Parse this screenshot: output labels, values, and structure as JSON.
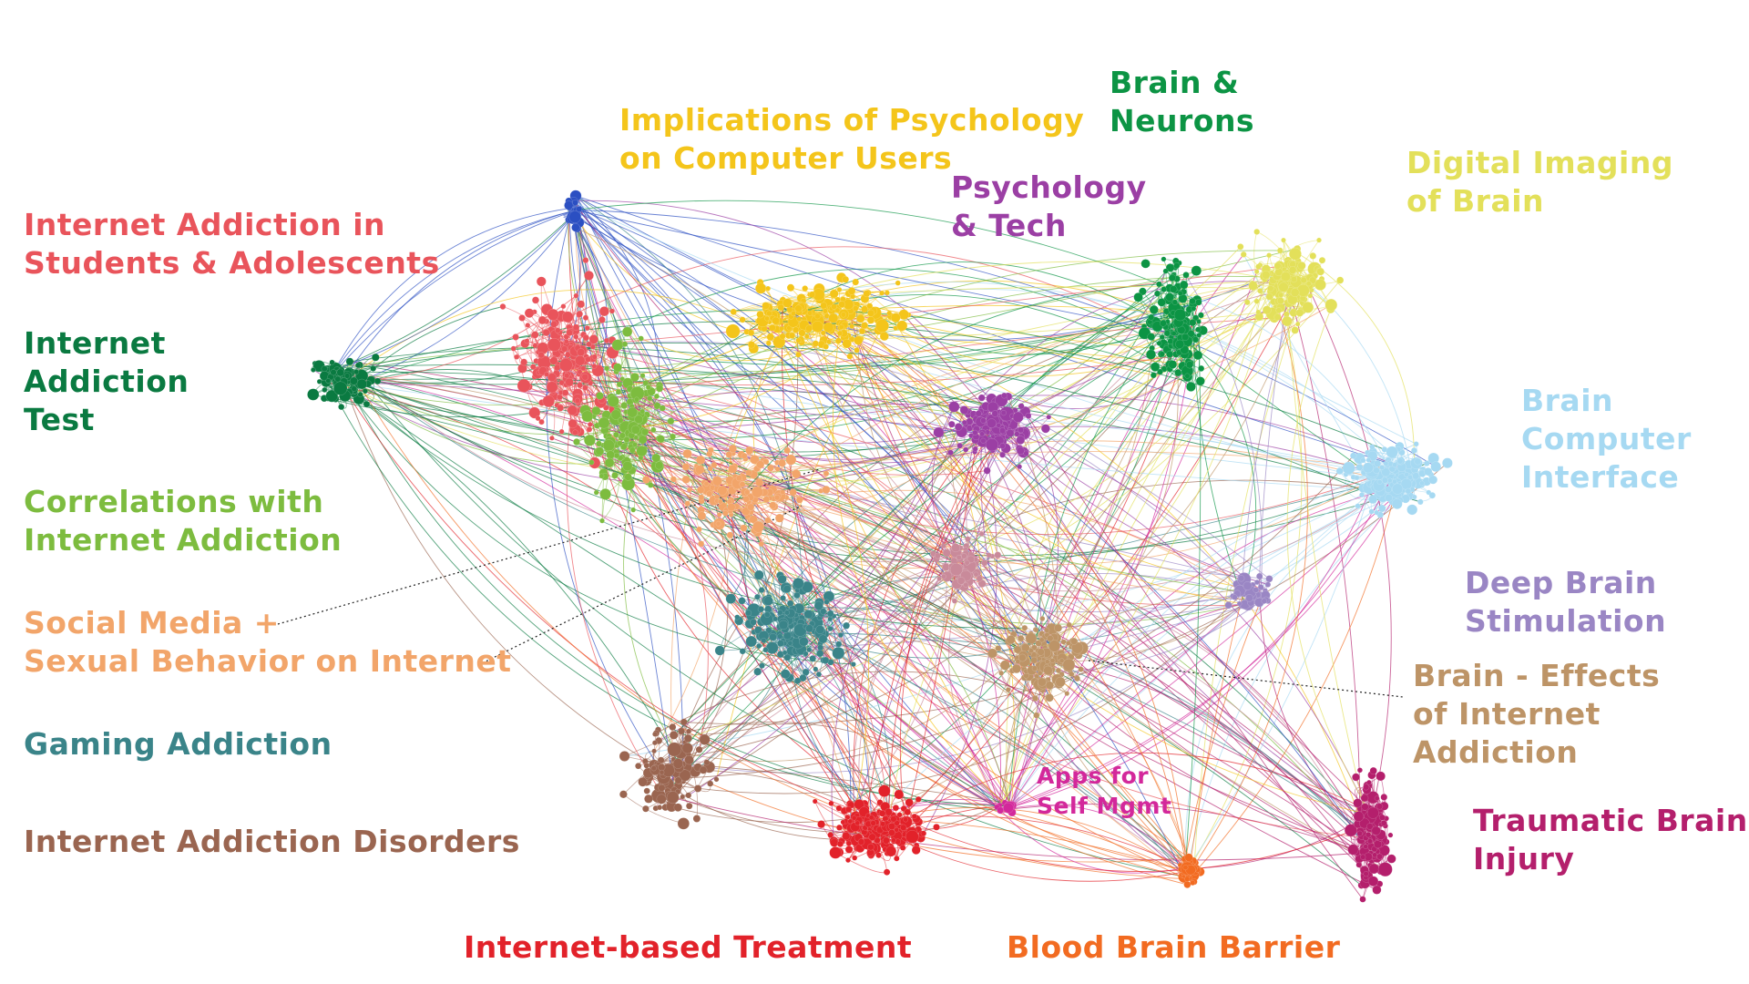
{
  "clusters": [
    {
      "key": "ia_students",
      "label": "Internet Addiction in\nStudents & Adolescents",
      "color": "#e9545b"
    },
    {
      "key": "ia_test",
      "label": "Internet\nAddiction\nTest",
      "color": "#0a7a41"
    },
    {
      "key": "correlations",
      "label": "Correlations with\nInternet Addiction",
      "color": "#7dbc3f"
    },
    {
      "key": "social_media",
      "label": "Social Media +\nSexual Behavior on Internet",
      "color": "#f2a56a"
    },
    {
      "key": "gaming",
      "label": "Gaming Addiction",
      "color": "#3a8489"
    },
    {
      "key": "ia_disorders",
      "label": "Internet Addiction Disorders",
      "color": "#9a6550"
    },
    {
      "key": "treatment",
      "label": "Internet-based Treatment",
      "color": "#e2222a"
    },
    {
      "key": "bbb",
      "label": "Blood Brain Barrier",
      "color": "#f26b21"
    },
    {
      "key": "implications",
      "label": "Implications of Psychology\non Computer Users",
      "color": "#f4c51b"
    },
    {
      "key": "brain_neurons",
      "label": "Brain &\nNeurons",
      "color": "#0c9444"
    },
    {
      "key": "psych_tech",
      "label": "Psychology\n& Tech",
      "color": "#9b3fa4"
    },
    {
      "key": "digital_imaging",
      "label": "Digital Imaging\nof Brain",
      "color": "#e3e05a"
    },
    {
      "key": "bci",
      "label": "Brain\nComputer\nInterface",
      "color": "#a6d9f2"
    },
    {
      "key": "dbs",
      "label": "Deep Brain\nStimulation",
      "color": "#9a86c4"
    },
    {
      "key": "brain_effects",
      "label": "Brain - Effects\nof Internet Addiction",
      "color": "#bd9467"
    },
    {
      "key": "tbi",
      "label": "Traumatic Brain\nInjury",
      "color": "#b41f6c"
    },
    {
      "key": "apps",
      "label": "Apps for\nSelf Mgmt",
      "color": "#d3289b"
    },
    {
      "key": "ia_blue",
      "label": "",
      "color": "#2b4fc2"
    },
    {
      "key": "pink_mauve",
      "label": "",
      "color": "#c98a9a"
    }
  ]
}
